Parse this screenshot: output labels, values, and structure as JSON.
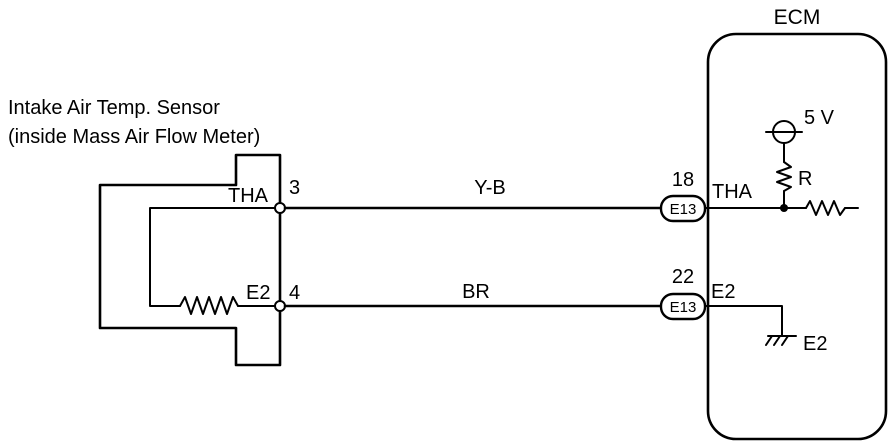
{
  "sensor": {
    "title_line1": "Intake Air Temp. Sensor",
    "title_line2": "(inside Mass Air Flow Meter)",
    "pin_tha_label": "THA",
    "pin_tha_number": "3",
    "pin_e2_label": "E2",
    "pin_e2_number": "4"
  },
  "wires": [
    {
      "color_code": "Y-B"
    },
    {
      "color_code": "BR"
    }
  ],
  "ecm": {
    "title": "ECM",
    "connector_tha": {
      "pin_number": "18",
      "connector_id": "E13",
      "terminal_label": "THA"
    },
    "connector_e2": {
      "pin_number": "22",
      "connector_id": "E13",
      "terminal_label": "E2"
    },
    "supply_voltage": "5 V",
    "resistor_label": "R",
    "ground_label": "E2"
  }
}
